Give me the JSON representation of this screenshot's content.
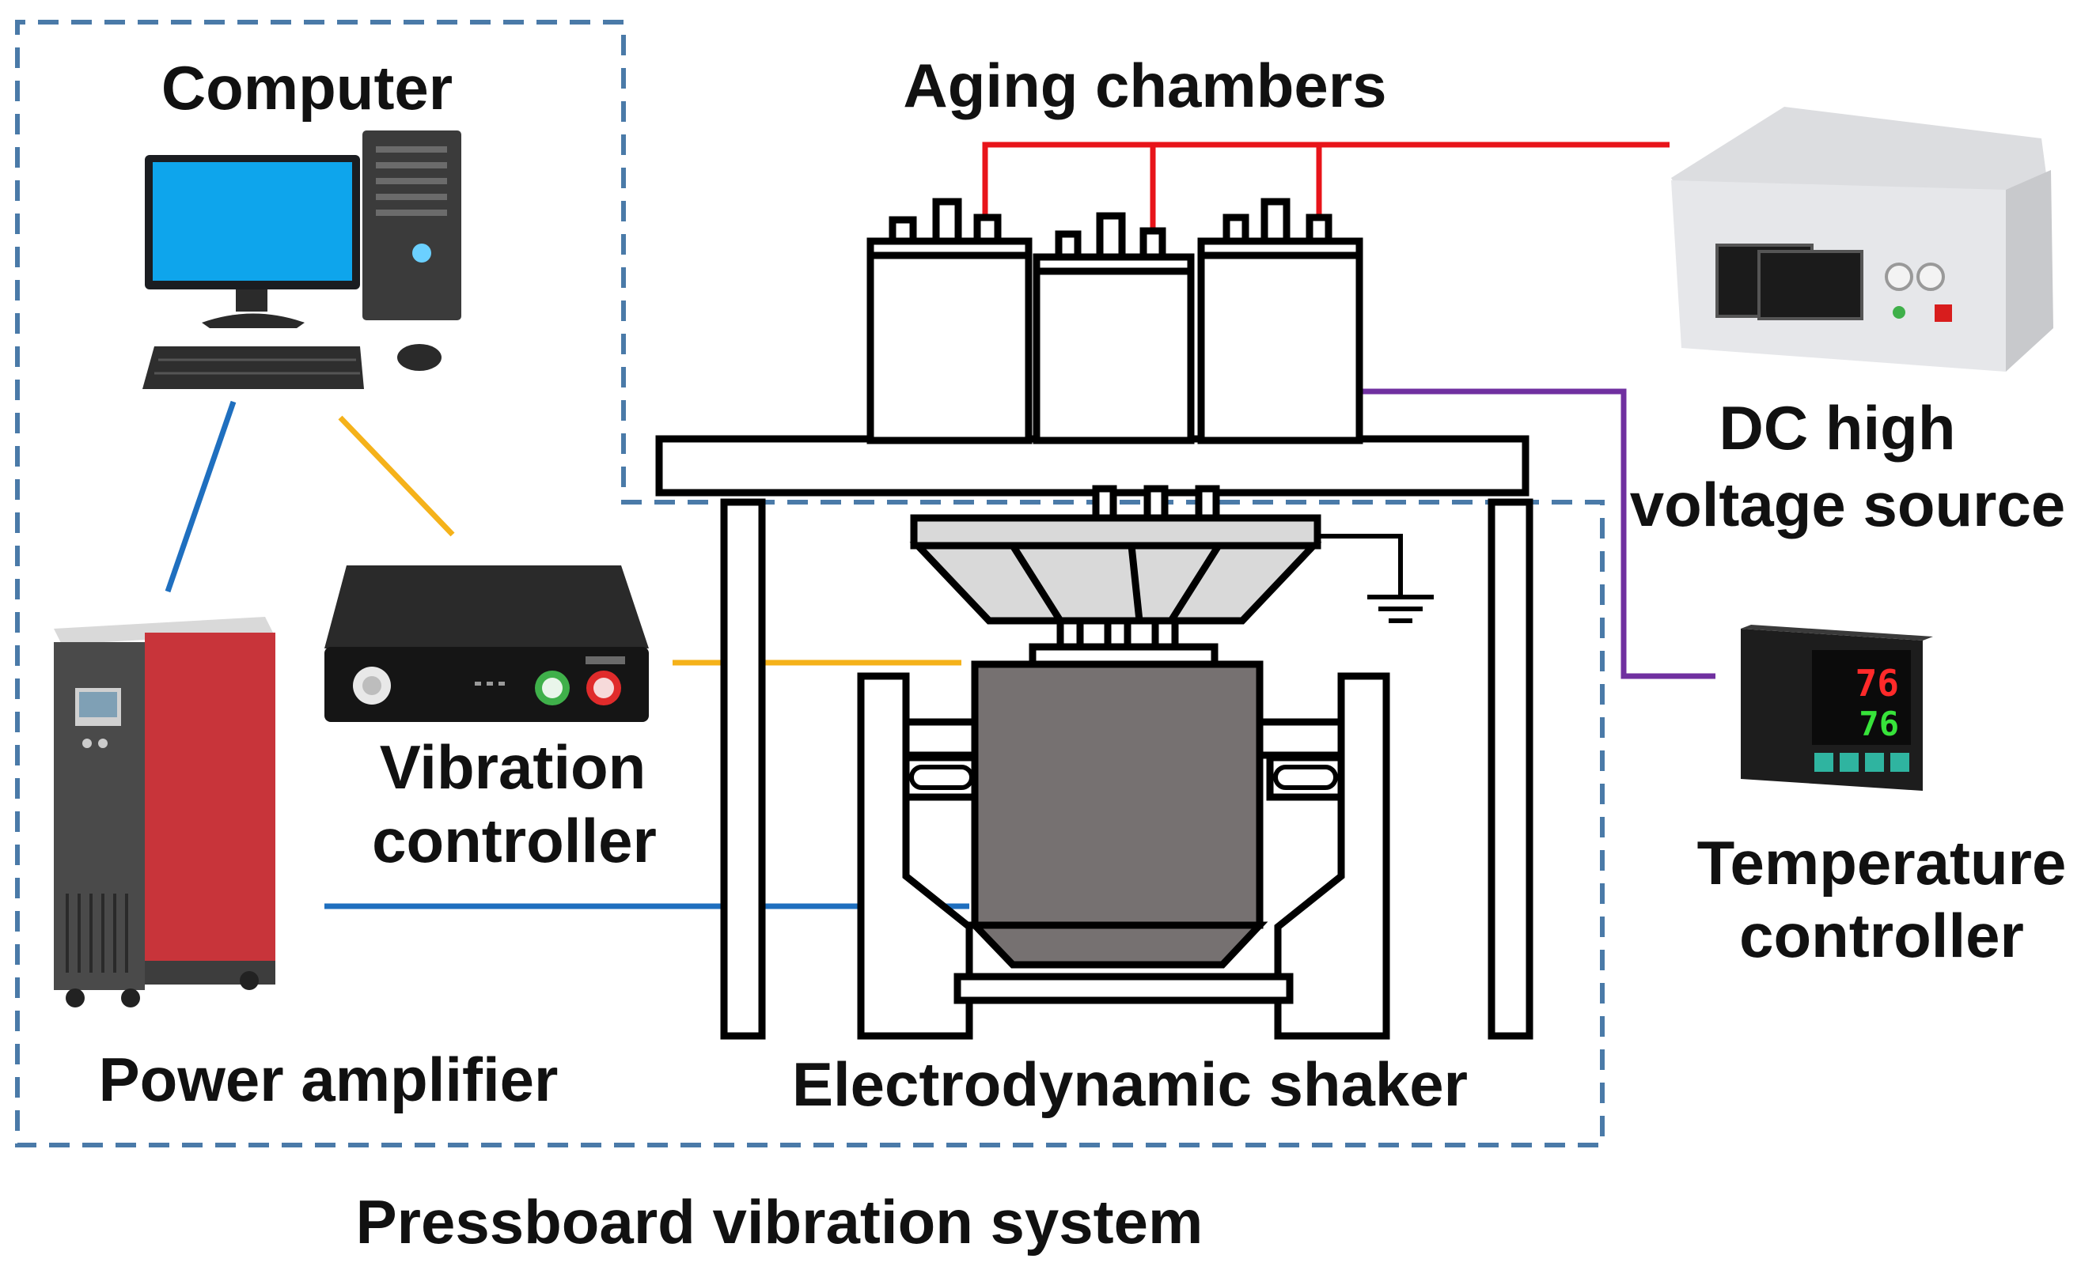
{
  "labels": {
    "computer": "Computer",
    "aging_chambers": "Aging chambers",
    "dc_source_line1": "DC high",
    "dc_source_line2": "voltage source",
    "vibration_controller_line1": "Vibration",
    "vibration_controller_line2": "controller",
    "temperature_controller_line1": "Temperature",
    "temperature_controller_line2": "controller",
    "power_amplifier": "Power amplifier",
    "electrodynamic_shaker": "Electrodynamic shaker",
    "system_name": "Pressboard vibration system"
  },
  "temperature_display": {
    "upper": "76",
    "lower": "76"
  },
  "colors": {
    "hv_wire": "#e8141a",
    "thermo_wire": "#7030a0",
    "control_wire": "#f5b21a",
    "signal_wire": "#1f6fbf",
    "dashed_border": "#4a7aa8",
    "amplifier_red": "#c8343a",
    "shaker_body": "#767171"
  },
  "icons": [
    "computer-icon",
    "vibration-controller-icon",
    "power-amplifier-icon",
    "dc-high-voltage-source-icon",
    "temperature-controller-icon",
    "ground-symbol-icon"
  ]
}
